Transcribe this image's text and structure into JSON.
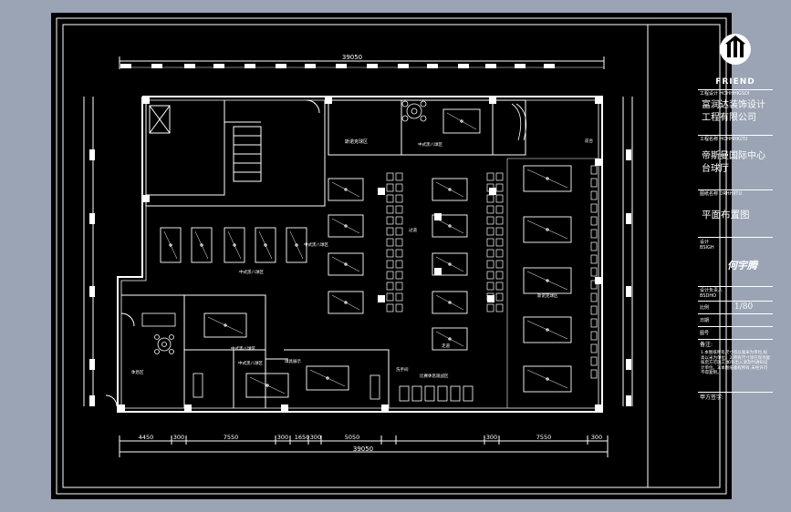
{
  "drawing": {
    "overall_width_top": "39050",
    "overall_width_bottom": "39050",
    "bottom_dims": [
      "4450",
      "300",
      "7550",
      "300",
      "1650",
      "300",
      "5050",
      "300",
      "7550",
      "300"
    ],
    "rooms": [
      {
        "id": "r1",
        "text": "中式黑八球区"
      },
      {
        "id": "r2",
        "text": "中式黑八球区"
      },
      {
        "id": "r3",
        "text": "中式黑八球区"
      },
      {
        "id": "r4",
        "text": "中式黑八球区"
      },
      {
        "id": "r5",
        "text": "中式黑八球区"
      },
      {
        "id": "r6",
        "text": "斯诺克球区"
      },
      {
        "id": "r7",
        "text": "斯诺克球区"
      },
      {
        "id": "r8",
        "text": "休息区"
      },
      {
        "id": "r9",
        "text": "前台"
      },
      {
        "id": "r10",
        "text": "球具展示"
      },
      {
        "id": "r11",
        "text": "比赛休息观战区"
      },
      {
        "id": "r12",
        "text": "过道"
      },
      {
        "id": "r13",
        "text": "走道"
      },
      {
        "id": "r14",
        "text": "洗手间"
      }
    ]
  },
  "title_block": {
    "logo_text": "FRIEND",
    "label_designer": "工程设计",
    "designer_code": "HOHHHIGSDI",
    "company": "富润达装饰设计工程有限公司",
    "label_project": "工程名称",
    "project_code": "HOHHHIGTU",
    "project_name": "帝斯曼国际中心台球厅",
    "label_drawing": "图纸名称",
    "drawing_code": "DRHHIITU",
    "drawing_name": "平面布置图",
    "label_design": "设计",
    "design_code": "BSIGH",
    "signature": "何宇腾",
    "label_check": "设计负责人",
    "check_code": "BSDHO",
    "label_scale": "比例",
    "scale": "1/80",
    "label_date": "日期",
    "label_no": "图号",
    "label_notes": "备注:",
    "notes": "1.本图纸所有尺寸均以毫米为单位,标高以米为单位。2.所有尺寸须在现场复核后方可施工,如有出入请及时通知设计单位。3.本图纸版权所有,未经许可不得复制。",
    "label_client": "甲方签字:"
  }
}
